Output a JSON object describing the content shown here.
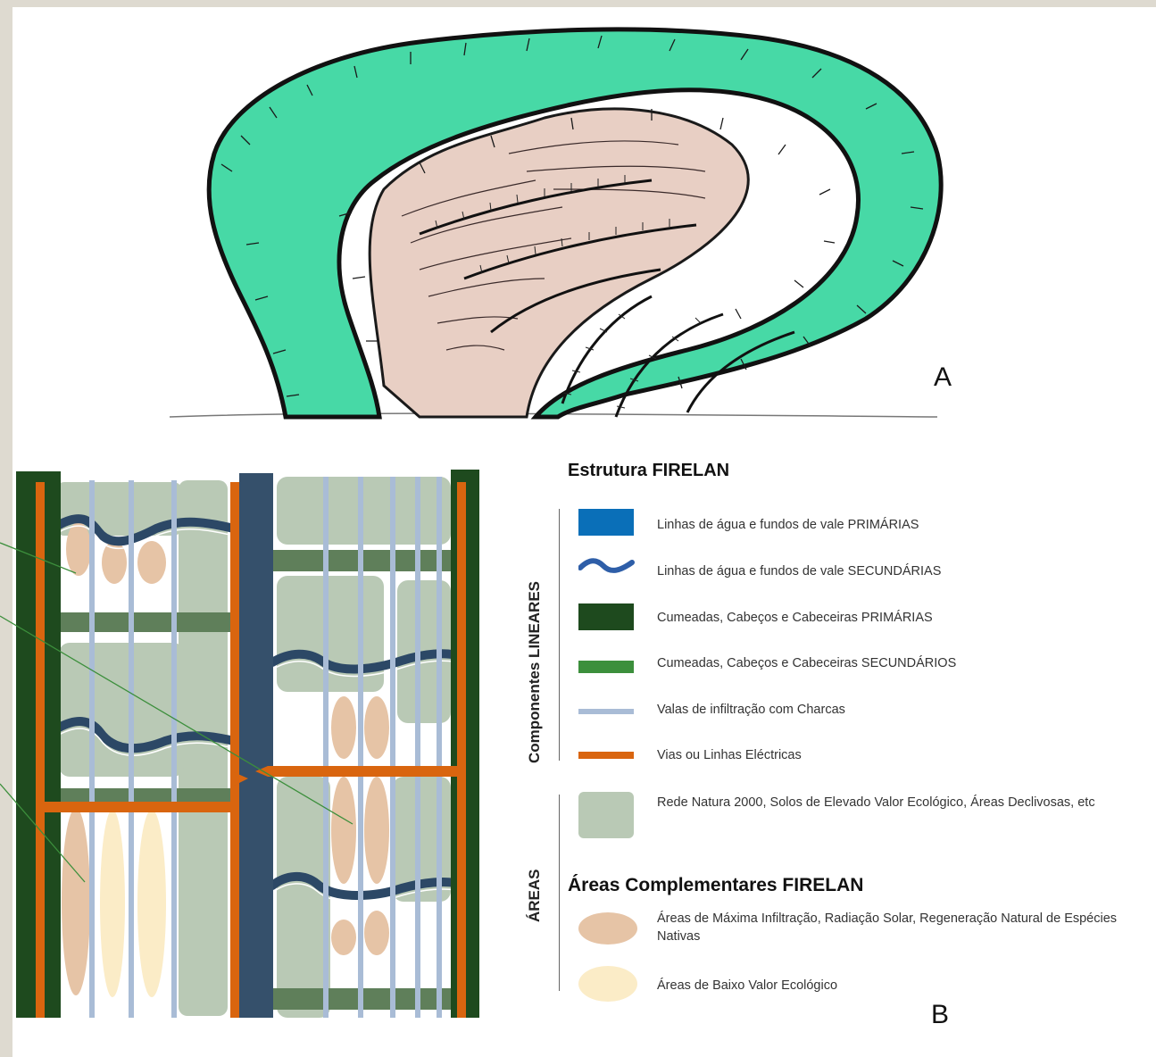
{
  "panels": {
    "a": "A",
    "b": "B"
  },
  "legend": {
    "title": "Estrutura FIRELAN",
    "group_linear": "Componentes LINEARES",
    "group_areas": "ÁREAS",
    "items": [
      {
        "label": "Linhas de água e fundos de vale PRIMÁRIAS",
        "color": "#0a6fb8"
      },
      {
        "label": "Linhas de água e fundos de vale SECUNDÁRIAS",
        "color": "#2e5ea8"
      },
      {
        "label": "Cumeadas, Cabeços e Cabeceiras PRIMÁRIAS",
        "color": "#1e4a1e"
      },
      {
        "label": "Cumeadas, Cabeços e Cabeceiras SECUNDÁRIOS",
        "color": "#3c8f3c"
      },
      {
        "label": "Valas de infiltração com Charcas",
        "color": "#a9bcd6"
      },
      {
        "label": "Vias ou Linhas Eléctricas",
        "color": "#d9650f"
      },
      {
        "label": "Rede Natura 2000, Solos de Elevado Valor Ecológico, Áreas Declivosas, etc",
        "color": "#b9c9b5"
      }
    ],
    "complementary_title": "Áreas Complementares FIRELAN",
    "complementary_items": [
      {
        "label": "Áreas de Máxima Infiltração, Radiação Solar, Regeneração Natural de Espécies Nativas",
        "color": "#e6c4a6"
      },
      {
        "label": "Áreas de Baixo Valor Ecológico",
        "color": "#fbecc7"
      }
    ]
  },
  "colors": {
    "ridge_primary": "#1e4a1e",
    "ridge_secondary": "#5f7f5a",
    "water_primary": "#35506b",
    "water_secondary": "#2c4866",
    "road": "#d9650f",
    "swale": "#a9bcd6",
    "natura": "#b9c9b5",
    "max_infiltration": "#e6c4a6",
    "low_value": "#fbecc7",
    "hill_green": "#47d9a6",
    "valley_pink": "#e8cfc4"
  }
}
